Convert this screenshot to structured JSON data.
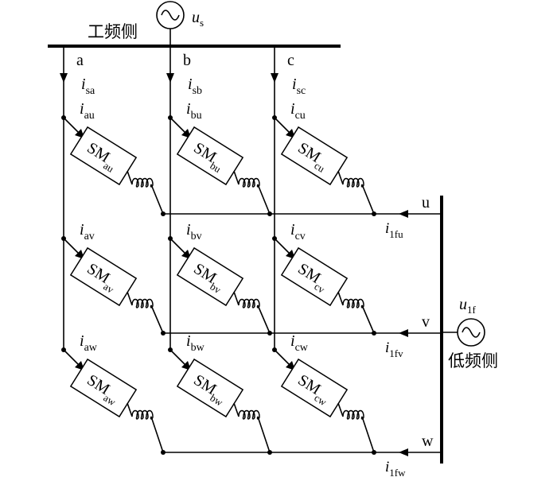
{
  "sides": {
    "power_frequency": "工频侧",
    "low_frequency": "低频侧"
  },
  "sources": {
    "us": {
      "main": "u",
      "sub": "s"
    },
    "u1f": {
      "main": "u",
      "sub": "1f"
    }
  },
  "phases_input": [
    "a",
    "b",
    "c"
  ],
  "phases_output": [
    "u",
    "v",
    "w"
  ],
  "input_currents": [
    {
      "main": "i",
      "sub": "sa"
    },
    {
      "main": "i",
      "sub": "sb"
    },
    {
      "main": "i",
      "sub": "sc"
    }
  ],
  "arm_currents": [
    [
      {
        "main": "i",
        "sub": "au"
      },
      {
        "main": "i",
        "sub": "bu"
      },
      {
        "main": "i",
        "sub": "cu"
      }
    ],
    [
      {
        "main": "i",
        "sub": "av"
      },
      {
        "main": "i",
        "sub": "bv"
      },
      {
        "main": "i",
        "sub": "cv"
      }
    ],
    [
      {
        "main": "i",
        "sub": "aw"
      },
      {
        "main": "i",
        "sub": "bw"
      },
      {
        "main": "i",
        "sub": "cw"
      }
    ]
  ],
  "modules": [
    [
      {
        "main": "SM",
        "sub": "au"
      },
      {
        "main": "SM",
        "sub": "bu"
      },
      {
        "main": "SM",
        "sub": "cu"
      }
    ],
    [
      {
        "main": "SM",
        "sub": "av"
      },
      {
        "main": "SM",
        "sub": "bv"
      },
      {
        "main": "SM",
        "sub": "cv"
      }
    ],
    [
      {
        "main": "SM",
        "sub": "aw"
      },
      {
        "main": "SM",
        "sub": "bw"
      },
      {
        "main": "SM",
        "sub": "cw"
      }
    ]
  ],
  "output_currents": [
    {
      "main": "i",
      "sub": "1fu"
    },
    {
      "main": "i",
      "sub": "1fv"
    },
    {
      "main": "i",
      "sub": "1fw"
    }
  ]
}
